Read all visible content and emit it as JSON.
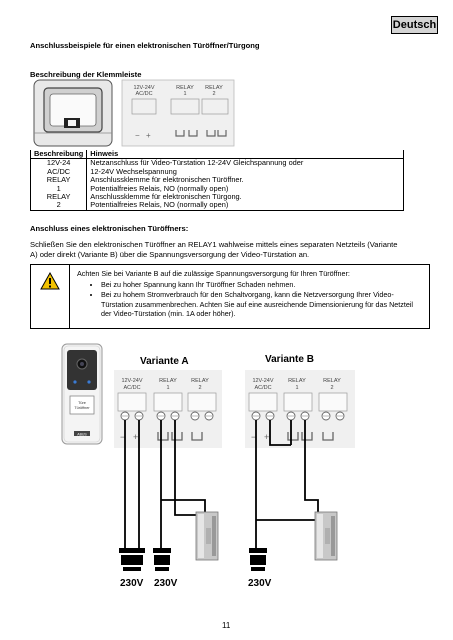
{
  "language_tab": "Deutsch",
  "page_title": "Anschlussbeispiele für einen elektronischen Türöffner/Türgong",
  "terminal_section_title": "Beschreibung der Klemmleiste",
  "terminal_labels": {
    "t1_line1": "12V-24V",
    "t1_line2": "AC/DC",
    "t2_line1": "RELAY",
    "t2_line2": "1",
    "t3_line1": "RELAY",
    "t3_line2": "2",
    "minus": "−",
    "plus": "+"
  },
  "table": {
    "headers": [
      "Beschreibung",
      "Hinweis"
    ],
    "rows": [
      {
        "c0": [
          "12V-24",
          "AC/DC"
        ],
        "c1": [
          "Netzanschluss für Video-Türstation 12-24V Gleichspannung oder",
          "12-24V Wechselspannung"
        ]
      },
      {
        "c0": [
          "RELAY",
          "1"
        ],
        "c1": [
          "Anschlussklemme für elektronischen Türöffner.",
          "Potentialfreies Relais, NO (normally open)"
        ]
      },
      {
        "c0": [
          "RELAY",
          "2"
        ],
        "c1": [
          "Anschlussklemme für elektronischen Türgong.",
          "Potentialfreies Relais, NO (normally open)"
        ]
      }
    ]
  },
  "connection_title": "Anschluss eines elektronischen Türöffners:",
  "connection_text": [
    "Schließen Sie den elektronischen Türöffner an RELAY1 wahlweise mittels eines separaten Netzteils (Variante",
    "A) oder direkt (Variante B) über die Spannungsversorgung der Video-Türstation an."
  ],
  "warning": {
    "intro": "Achten Sie bei Variante B auf die zulässige Spannungsversorgung für Ihren Türöffner:",
    "bullets": [
      "Bei zu hoher Spannung kann Ihr Türöffner Schaden nehmen.",
      "Bei zu hohem Stromverbrauch für den Schaltvorgang, kann die Netzversorgung Ihrer Video-Türstation zusammenbrechen. Achten Sie auf eine ausreichende Dimensionierung für das Netzteil der Video-Türstation (min. 1A oder höher)."
    ]
  },
  "variant_a": "Variante A",
  "variant_b": "Variante B",
  "doorbell_label": [
    "Türe",
    "Türöffner"
  ],
  "brand_label": "ABUS",
  "voltage_label": "230V",
  "page_number": "11",
  "colors": {
    "lang_tab_bg": "#d4d4d4",
    "panel_gray": "#f0f0f0",
    "line_gray": "#777777",
    "warning_yellow": "#f2c200"
  }
}
